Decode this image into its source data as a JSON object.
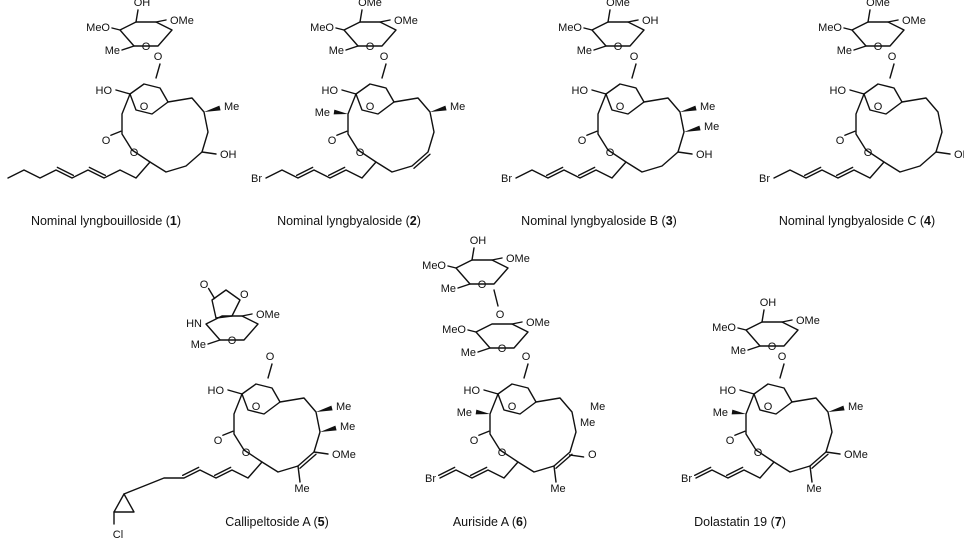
{
  "compounds": [
    {
      "name": "Nominal lyngbouilloside",
      "number": "1"
    },
    {
      "name": "Nominal lyngbyaloside",
      "number": "2"
    },
    {
      "name": "Nominal lyngbyaloside B",
      "number": "3"
    },
    {
      "name": "Nominal lyngbyaloside C",
      "number": "4"
    },
    {
      "name": "Callipeltoside A",
      "number": "5"
    },
    {
      "name": "Auriside A",
      "number": "6"
    },
    {
      "name": "Dolastatin 19",
      "number": "7"
    }
  ],
  "labels": {
    "oh": "OH",
    "ho": "HO",
    "ome": "OMe",
    "meo": "MeO",
    "me": "Me",
    "o": "O",
    "br": "Br",
    "cl": "Cl",
    "hn": "HN"
  }
}
